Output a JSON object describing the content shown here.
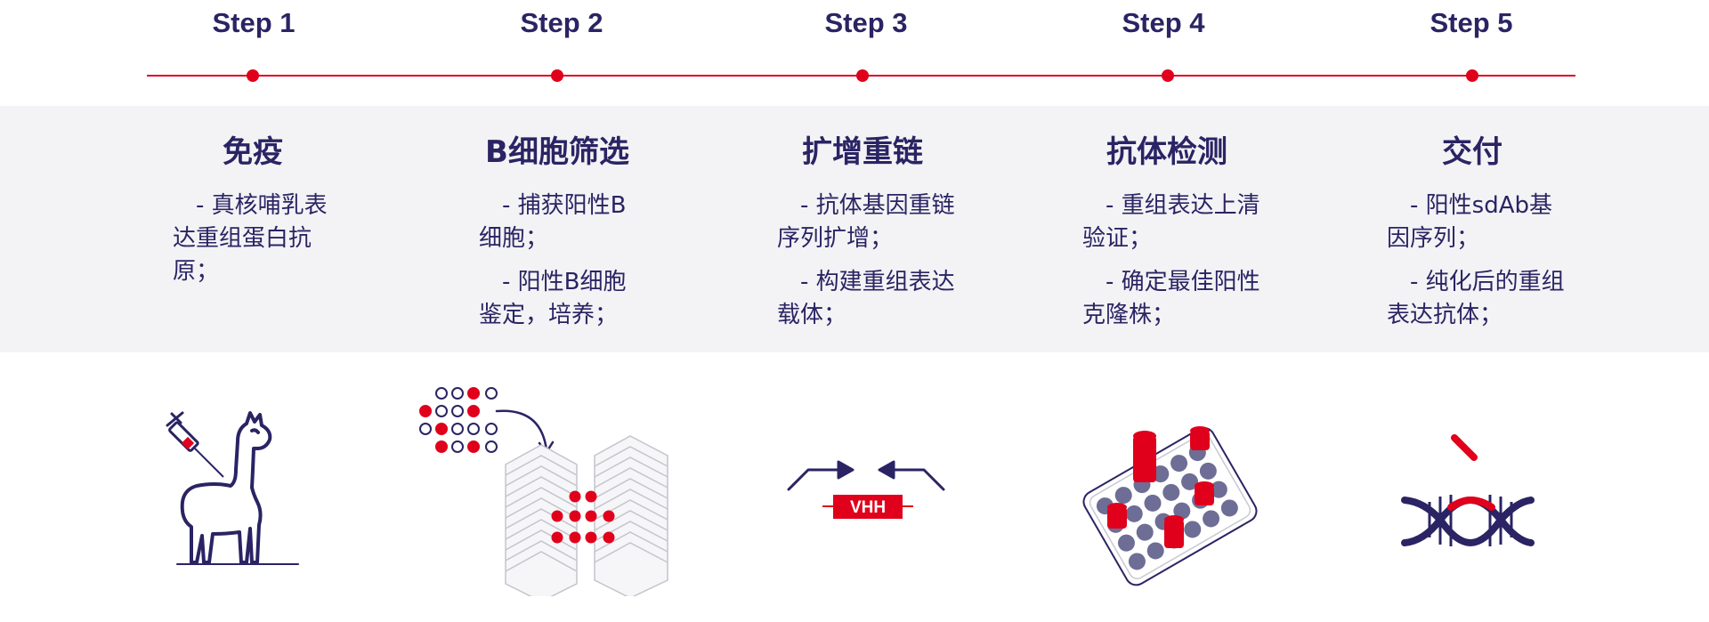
{
  "colors": {
    "navy": "#2a2464",
    "red": "#e0001b",
    "panel": "#f3f3f5",
    "slate": "#6e6d96"
  },
  "steps": [
    {
      "label": "Step 1",
      "heading": "免疫",
      "lines": [
        "　- 真核哺乳表达重组蛋白抗原；"
      ],
      "icon": "alpaca-syringe-icon"
    },
    {
      "label": "Step 2",
      "heading": "B细胞筛选",
      "lines": [
        "　- 捕获阳性B细胞；",
        "　- 阳性B细胞鉴定，培养；"
      ],
      "icon": "cell-plate-icon"
    },
    {
      "label": "Step 3",
      "heading": "扩增重链",
      "lines": [
        "　- 抗体基因重链序列扩增；",
        "　- 构建重组表达载体；"
      ],
      "icon": "vhh-primer-icon"
    },
    {
      "label": "Step 4",
      "heading": "抗体检测",
      "lines": [
        "　- 重组表达上清验证；",
        "　- 确定最佳阳性克隆株；"
      ],
      "icon": "elisa-plate-icon"
    },
    {
      "label": "Step 5",
      "heading": "交付",
      "lines": [
        "　- 阳性sdAb基因序列；",
        "　- 纯化后的重组表达抗体；"
      ],
      "icon": "dna-helix-icon"
    }
  ],
  "vhh_label": "VHH"
}
